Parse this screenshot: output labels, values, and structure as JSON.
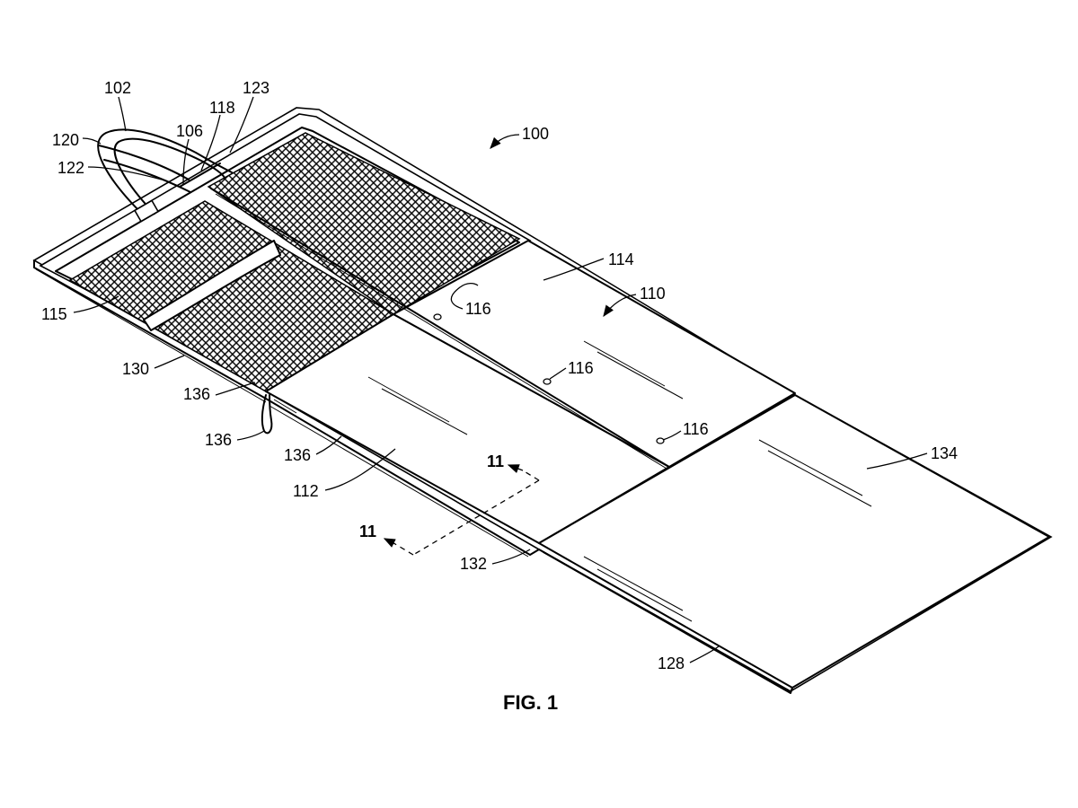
{
  "figure": {
    "caption": "FIG. 1",
    "reference_numerals": {
      "r100": "100",
      "r102": "102",
      "r106": "106",
      "r110": "110",
      "r112": "112",
      "r114": "114",
      "r115": "115",
      "r116a": "116",
      "r116b": "116",
      "r116c": "116",
      "r118": "118",
      "r120": "120",
      "r122": "122",
      "r123": "123",
      "r128": "128",
      "r130": "130",
      "r132": "132",
      "r134": "134",
      "r136a": "136",
      "r136b": "136",
      "r136c": "136"
    },
    "section_marks": {
      "upper": "11",
      "lower": "11"
    }
  }
}
